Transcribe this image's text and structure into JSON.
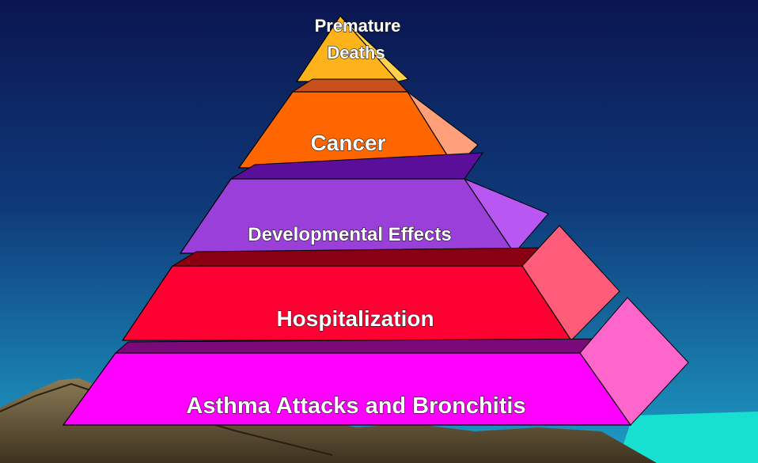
{
  "pyramid": {
    "tiers": [
      {
        "label_lines": [
          "Premature",
          "Deaths"
        ],
        "front_color": "#ffb31a",
        "side_color": "#ffd24d",
        "top_color": "#e68a00"
      },
      {
        "label_lines": [
          "Cancer"
        ],
        "front_color": "#ff6600",
        "side_color": "#ffa07a",
        "top_color": "#c8501a"
      },
      {
        "label_lines": [
          "Developmental Effects"
        ],
        "front_color": "#9a3fd9",
        "side_color": "#b857f2",
        "top_color": "#5a0e9a"
      },
      {
        "label_lines": [
          "Hospitalization"
        ],
        "front_color": "#ff0033",
        "side_color": "#ff5c7a",
        "top_color": "#8a0012"
      },
      {
        "label_lines": [
          "Asthma Attacks and Bronchitis"
        ],
        "front_color": "#ff00ff",
        "side_color": "#ff66cc",
        "top_color": "#7a0a7a"
      }
    ]
  },
  "background": {
    "sky_top": "#0a1550",
    "sky_bottom": "#1d9ec7",
    "sea_color": "#18e0d0",
    "mountain_color": "#6b5a3a"
  }
}
